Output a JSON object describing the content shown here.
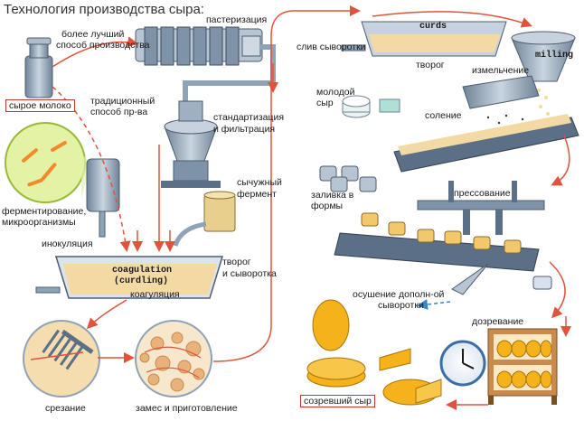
{
  "title": "Технология производства сыра:",
  "labels": {
    "pasteurization": "пастеризация",
    "better_method_1": "более лучший",
    "better_method_2": "способ производства",
    "raw_milk": "сырое молоко",
    "traditional_1": "традиционный",
    "traditional_2": "способ пр-ва",
    "standardization_1": "стандартизация",
    "standardization_2": "и фильтрация",
    "rennet_1": "сычужный",
    "rennet_2": "фермент",
    "fermentation_1": "ферментирование,",
    "fermentation_2": "микроорганизмы",
    "inoculation": "инокуляция",
    "coagulation_1": "coagulation",
    "coagulation_2": "(curdling)",
    "coagulation_ru": "коагуляция",
    "curd_whey_1": "творог",
    "curd_whey_2": "и сыворотка",
    "cutting": "срезание",
    "kneading": "замес и приготовление",
    "whey_drain": "слив сыворотки",
    "curds": "curds",
    "tvorog": "творог",
    "grinding": "измельчение",
    "milling": "milling",
    "young_cheese_1": "молодой",
    "young_cheese_2": "сыр",
    "salting": "соление",
    "fill_molds_1": "заливка в",
    "fill_molds_2": "формы",
    "pressing": "прессование",
    "drying_1": "осушение дополн-ой",
    "drying_2": "сыворотки",
    "ripening": "дозревание",
    "ripe_cheese": "созревший сыр"
  },
  "colors": {
    "arrow": "#e0533d",
    "steel": "#8fa3b8",
    "steel_dark": "#5b6f86",
    "cheese": "#f5b21b",
    "curd": "#f3d9a4",
    "label_border": "#c0392b"
  }
}
